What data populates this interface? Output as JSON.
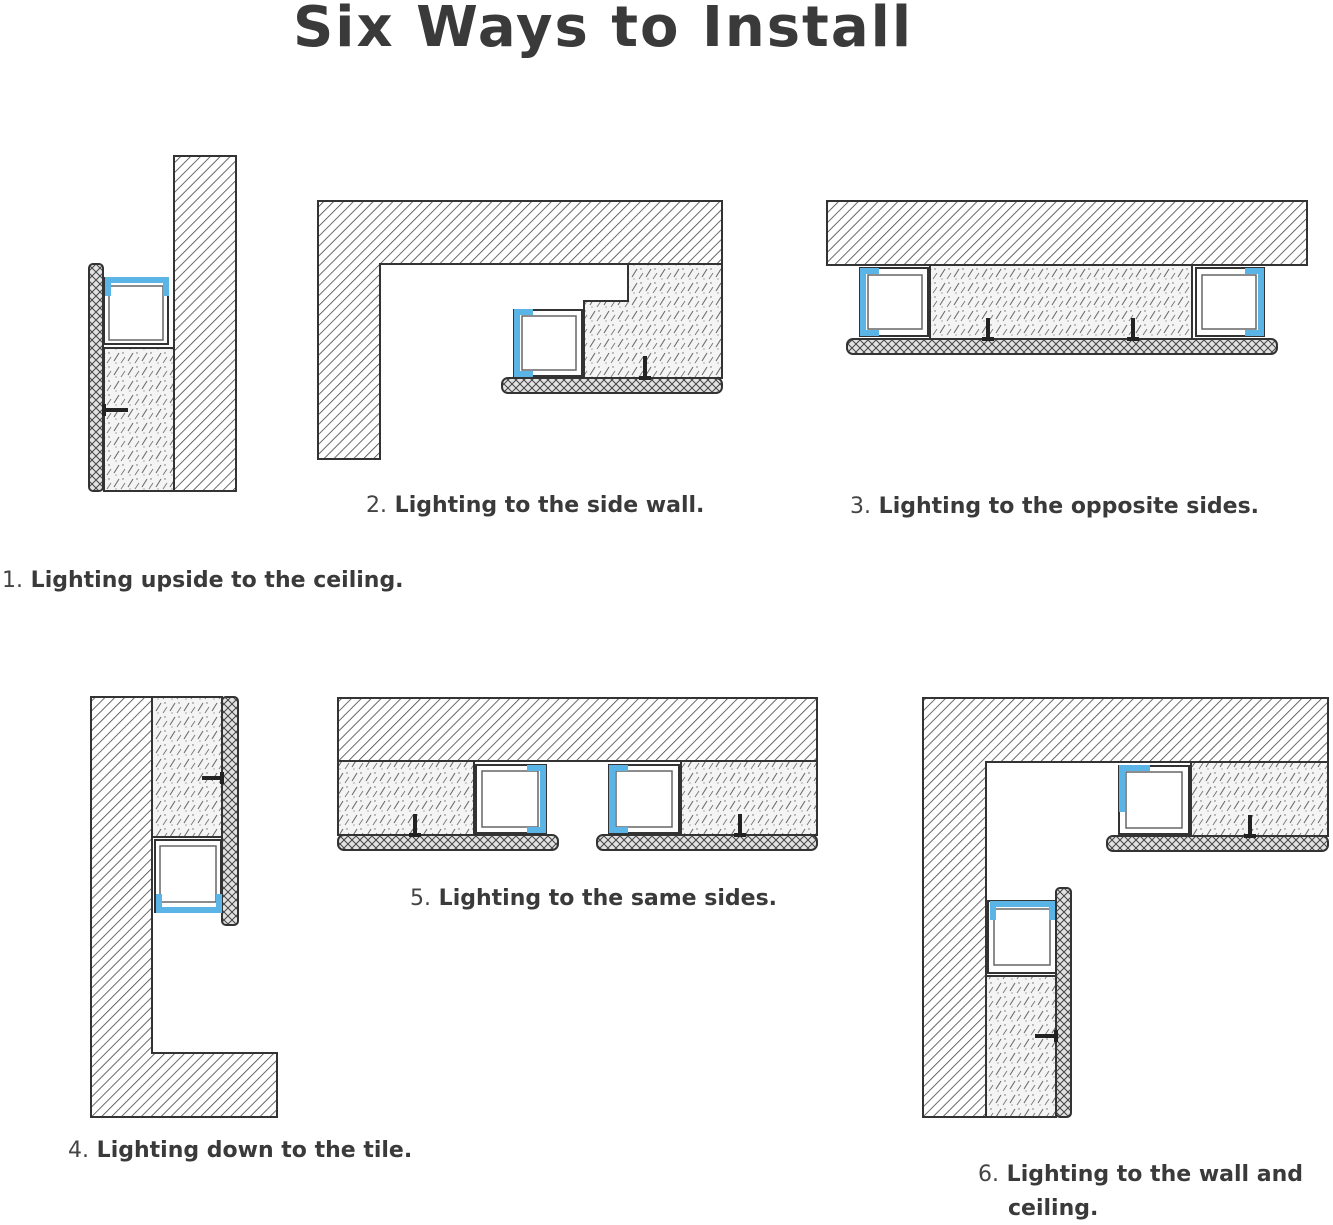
{
  "title": "Six Ways to Install",
  "colors": {
    "line": "#333333",
    "hatch": "#444444",
    "profile": "#5ab4e5",
    "tile": "#f2f2f2"
  },
  "captions": [
    {
      "num": "1.",
      "text": "Lighting upside to the ceiling."
    },
    {
      "num": "2.",
      "text": "Lighting to the side wall."
    },
    {
      "num": "3.",
      "text": "Lighting to the opposite sides."
    },
    {
      "num": "4.",
      "text": "Lighting down to the tile."
    },
    {
      "num": "5.",
      "text": "Lighting to the same sides."
    },
    {
      "num": "6.",
      "text": "Lighting to the wall and",
      "text2": "ceiling."
    }
  ]
}
